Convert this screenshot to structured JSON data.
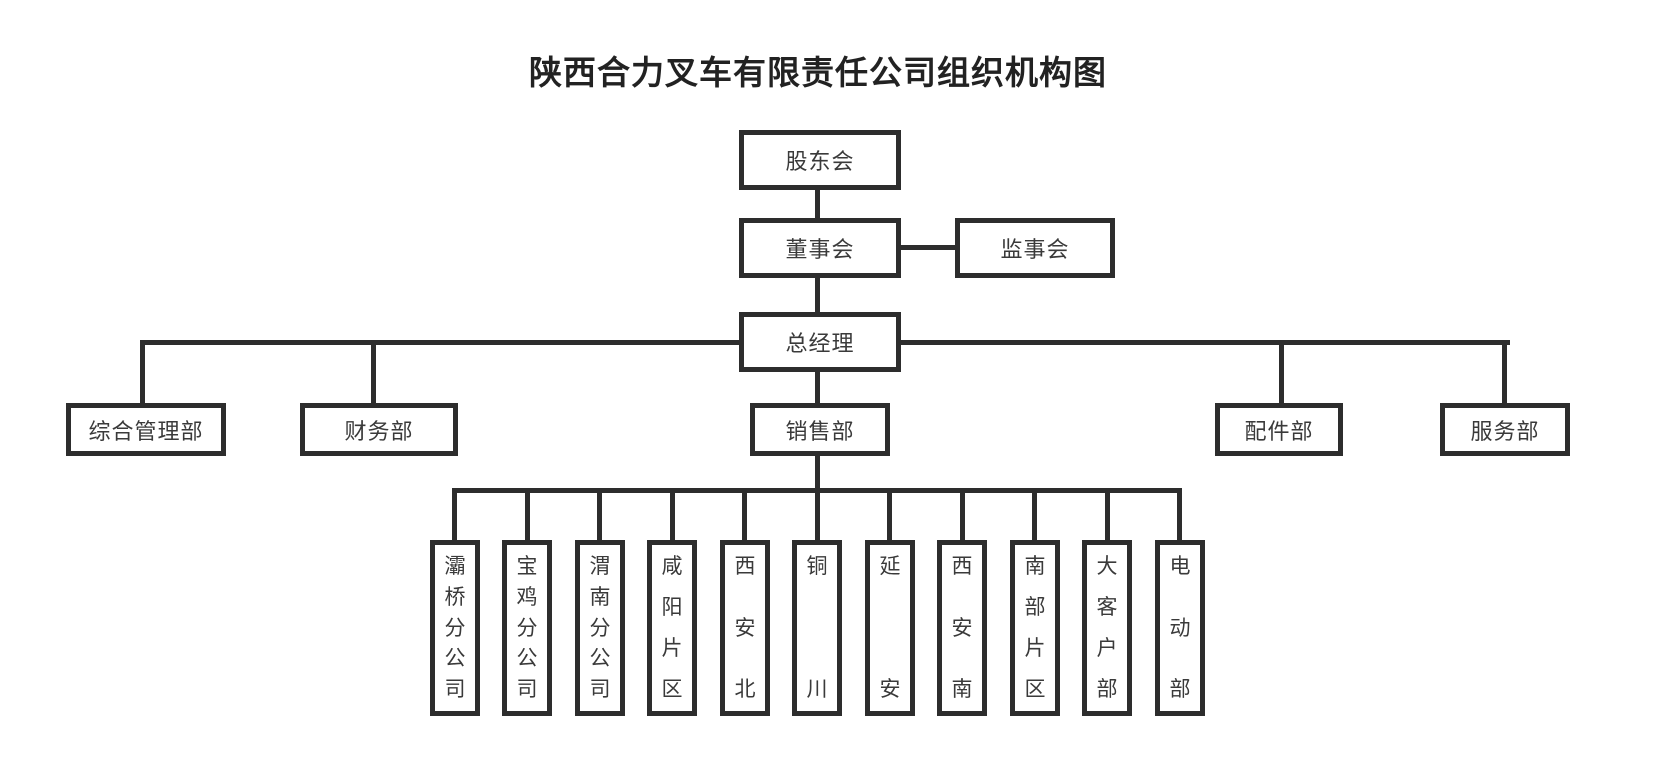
{
  "title": "陕西合力叉车有限责任公司组织机构图",
  "colors": {
    "line": "#2d2d2d",
    "text": "#3a3a3a",
    "background": "#ffffff"
  },
  "nodes": {
    "shareholders": "股东会",
    "board": "董事会",
    "supervisors": "监事会",
    "general_manager": "总经理"
  },
  "departments": [
    "综合管理部",
    "财务部",
    "销售部",
    "配件部",
    "服务部"
  ],
  "sales_branches": [
    "灞桥分公司",
    "宝鸡分公司",
    "渭南分公司",
    "咸阳片区",
    "西安北",
    "铜川",
    "延安",
    "西安南",
    "南部片区",
    "大客户部",
    "电动部"
  ]
}
